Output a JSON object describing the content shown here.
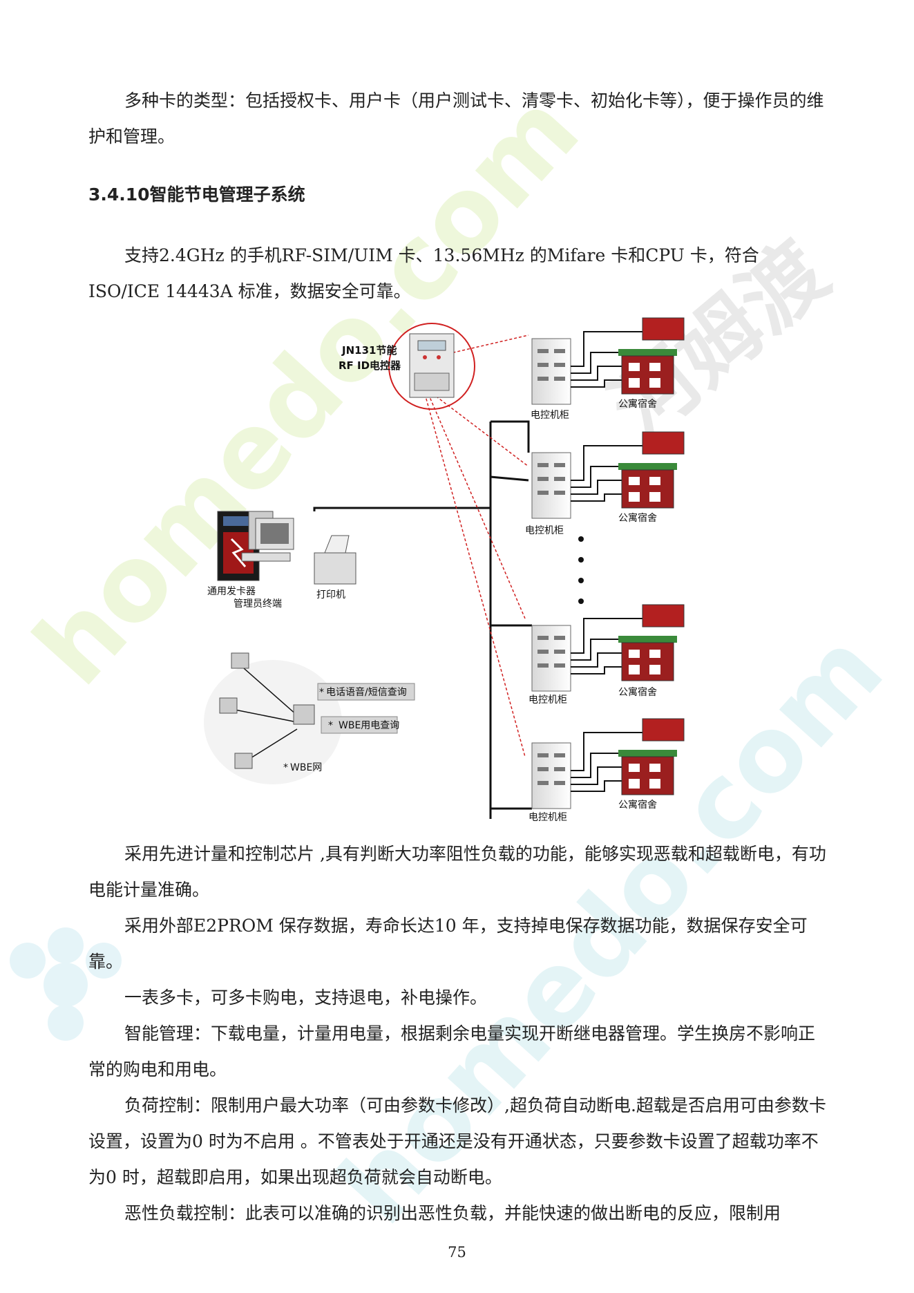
{
  "paragraphs": {
    "p1": "多种卡的类型：包括授权卡、用户卡（用户测试卡、清零卡、初始化卡等），便于操作员的维护和管理。",
    "p2": "支持2.4GHz 的手机RF-SIM/UIM 卡、13.56MHz 的Mifare 卡和CPU 卡，符合ISO/ICE 14443A 标准，数据安全可靠。",
    "p3": "采用先进计量和控制芯片 ,具有判断大功率阻性负载的功能，能够实现恶载和超载断电，有功电能计量准确。",
    "p4": "采用外部E2PROM 保存数据，寿命长达10 年，支持掉电保存数据功能，数据保存安全可靠。",
    "p5": "一表多卡，可多卡购电，支持退电，补电操作。",
    "p6": "智能管理：下载电量，计量用电量，根据剩余电量实现开断继电器管理。学生换房不影响正常的购电和用电。",
    "p7": "负荷控制：限制用户最大功率（可由参数卡修改）,超负荷自动断电.超载是否启用可由参数卡设置，设置为0 时为不启用 。不管表处于开通还是没有开通状态，只要参数卡设置了超载功率不为0 时，超载即启用，如果出现超负荷就会自动断电。",
    "p8": "恶性负载控制：此表可以准确的识别出恶性负载，并能快速的做出断电的反应，限制用"
  },
  "heading": "3.4.10智能节电管理子系统",
  "diagram": {
    "controller_label_line1": "JN131节能",
    "controller_label_line2": "RF ID电控器",
    "cabinet_label": "电控机柜",
    "dorm_label": "公寓宿舍",
    "card_issuer_label": "通用发卡器",
    "admin_terminal_label": "管理员终端",
    "printer_label": "打印机",
    "phone_query_label": "电话语音/短信查询",
    "web_query_label": "WBE用电查询",
    "web_net_label": "WBE网",
    "asterisk": "*"
  },
  "watermark": {
    "text1": "homedo.com",
    "text2": "河姆渡"
  },
  "page_number": "75",
  "colors": {
    "watermark_green": "#e8f4c8",
    "watermark_blue": "#d8f2f6",
    "watermark_gray": "#e2e2e2",
    "dorm_red": "#9b1f1f",
    "dorm_green": "#3a8a3a",
    "led_red": "#b32020",
    "link_red": "#d02020"
  }
}
